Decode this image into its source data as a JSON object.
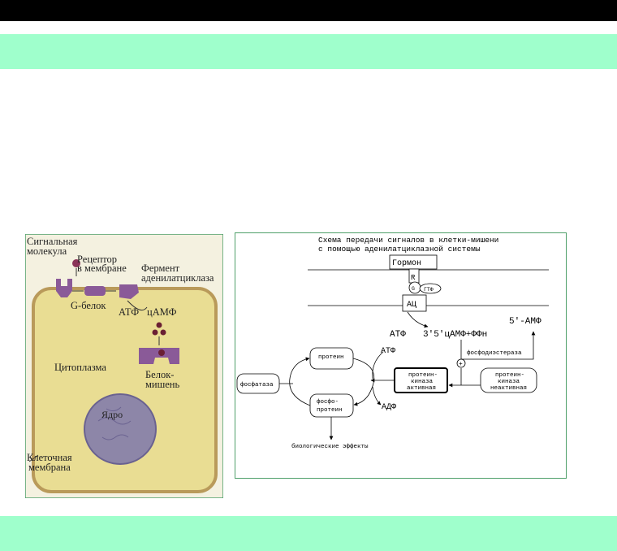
{
  "slide": {
    "top_bar_color": "#000000",
    "band_color": "#9fffcc"
  },
  "cell_figure": {
    "labels": {
      "signal_molecule_line1": "Сигнальная",
      "signal_molecule_line2": "молекула",
      "receptor_line1": "Рецептор",
      "receptor_line2": "в мембране",
      "enzyme_line1": "Фермент",
      "enzyme_line2": "аденилатциклаза",
      "g_protein": "G-белок",
      "atp": "АТФ",
      "camp": "цАМФ",
      "cytoplasm": "Цитоплазма",
      "target_line1": "Белок-",
      "target_line2": "мишень",
      "nucleus": "Ядро",
      "membrane_line1": "Клеточная",
      "membrane_line2": "мембрана"
    }
  },
  "scheme": {
    "title_line1": "Схема передачи сигналов в клетки-мишени",
    "title_line2": "с помощью аденилатциклазной системы",
    "hormone": "Гормон",
    "receptor": "R",
    "g_label": "G",
    "gtp": "ГТФ",
    "ac": "АЦ",
    "atp_top": "АТФ",
    "camp_reaction": "3'5'цАМФ+ФФн",
    "amp": "5'-АМФ",
    "phosphodiesterase": "фосфодиэстераза",
    "atp_cycle": "АТФ",
    "protein": "протеин",
    "phosphoprotein_line1": "фосфо-",
    "phosphoprotein_line2": "протеин",
    "adp": "АДФ",
    "phosphatase": "фосфатаза",
    "kinase_active_line1": "протеин-",
    "kinase_active_line2": "киназа",
    "kinase_active_line3": "активная",
    "kinase_inactive_line1": "протеин-",
    "kinase_inactive_line2": "киназа",
    "kinase_inactive_line3": "неактивная",
    "plus_sign": "+",
    "effects": "биологические эффекты"
  }
}
